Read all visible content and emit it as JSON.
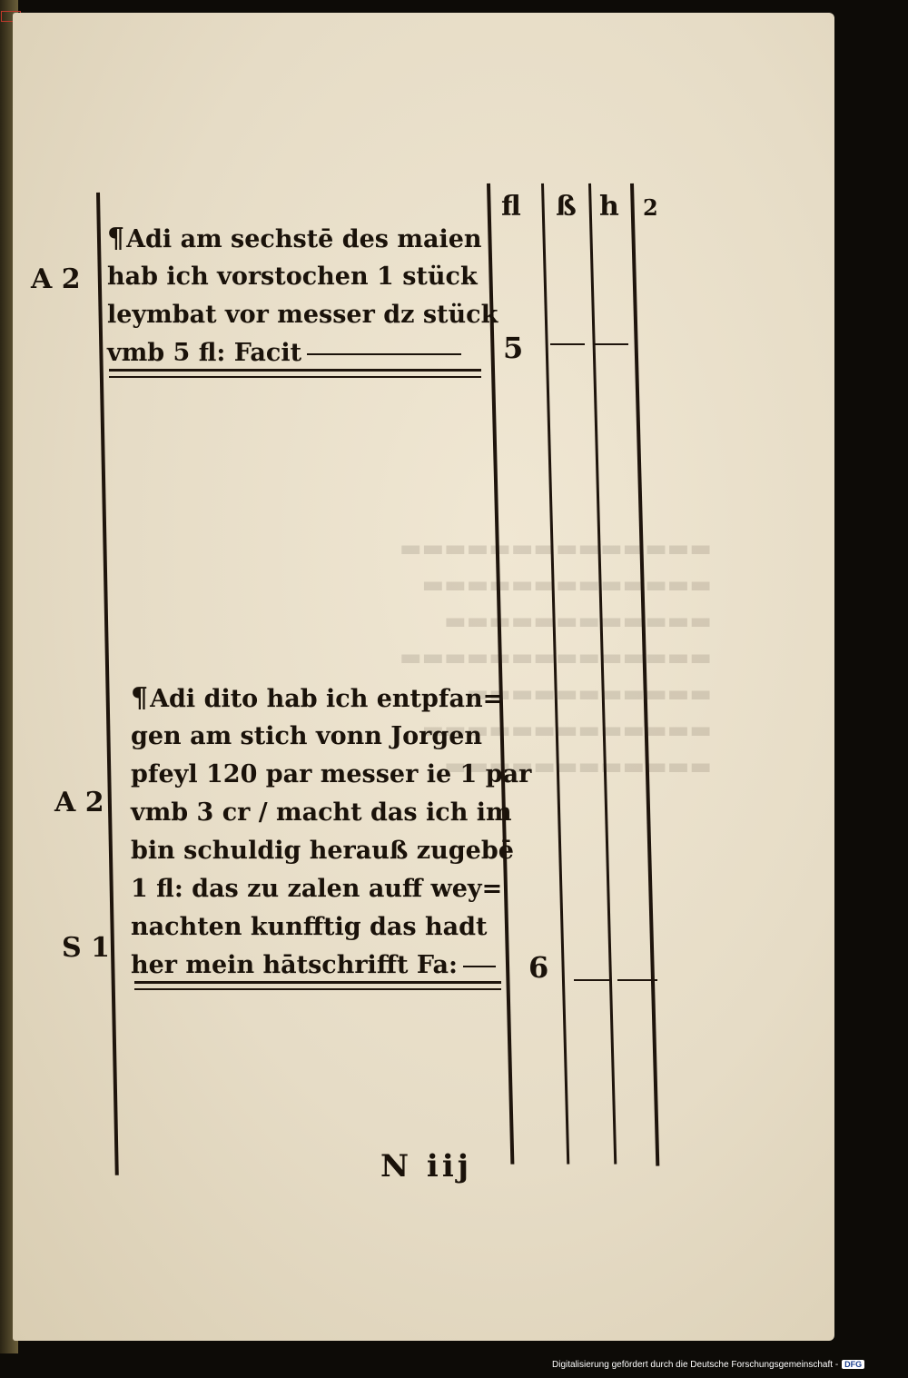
{
  "colors": {
    "paper": "#e8dfcc",
    "ink": "#1a120a",
    "background": "#0d0b07"
  },
  "column_headers": [
    "fl",
    "ß",
    "h",
    "2"
  ],
  "entries": [
    {
      "lines": [
        "Adi am sechstē des maien",
        "hab ich vorstochen 1 stück",
        "leymbat vor messer dz stück",
        "vmb 5 fl: Facit"
      ],
      "margin": [
        "A 2"
      ],
      "amount": "5"
    },
    {
      "lines": [
        "Adi dito hab ich entpfan=",
        "gen am stich vonn Jorgen",
        "pfeyl 120 par messer ie 1 par",
        "vmb 3 cr / macht das ich im",
        "bin schuldig herauß zugebē",
        "1 fl: das zu zalen auff wey=",
        "nachten kunfftig das hadt",
        "her mein hātschrifft Fa:"
      ],
      "margin": [
        "A 2",
        "S 1"
      ],
      "amount": "6"
    }
  ],
  "footer": "N iij",
  "credit": {
    "text": "Digitalisierung gefördert durch die Deutsche Forschungsgemeinschaft -",
    "logo": "DFG"
  }
}
